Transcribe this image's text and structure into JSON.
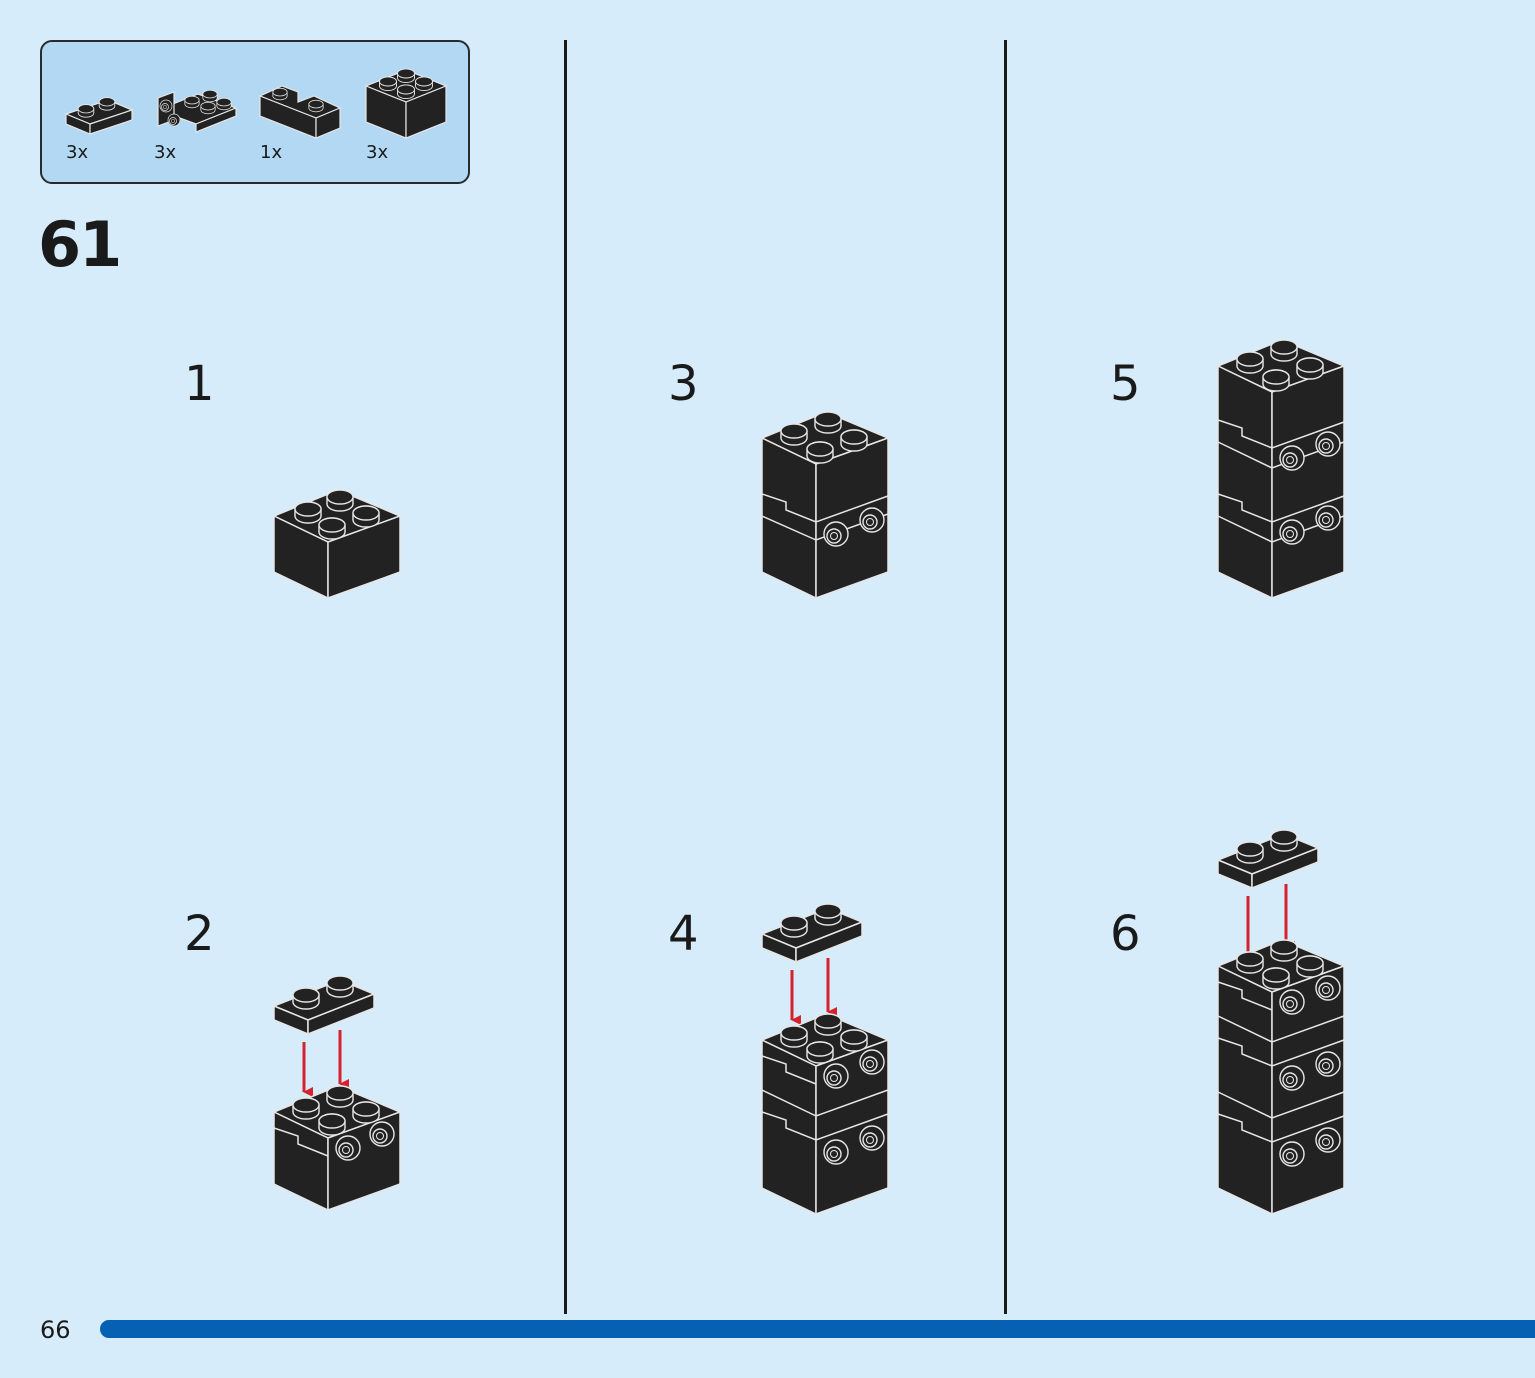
{
  "page": {
    "background": "#d6ecfa",
    "step_number": "61",
    "page_number": "66"
  },
  "parts": [
    {
      "qty": "3x",
      "icon": "plate-1x2-icon"
    },
    {
      "qty": "3x",
      "icon": "bracket-plate-icon"
    },
    {
      "qty": "1x",
      "icon": "corner-brick-icon"
    },
    {
      "qty": "3x",
      "icon": "brick-2x2-icon"
    }
  ],
  "sub_steps": [
    "1",
    "2",
    "3",
    "4",
    "5",
    "6"
  ],
  "colors": {
    "brick": "#222222",
    "edge": "#e6e6e6",
    "arrow": "#d6222c",
    "progress": "#0660b4",
    "parts_box": "#b3d8f4"
  }
}
